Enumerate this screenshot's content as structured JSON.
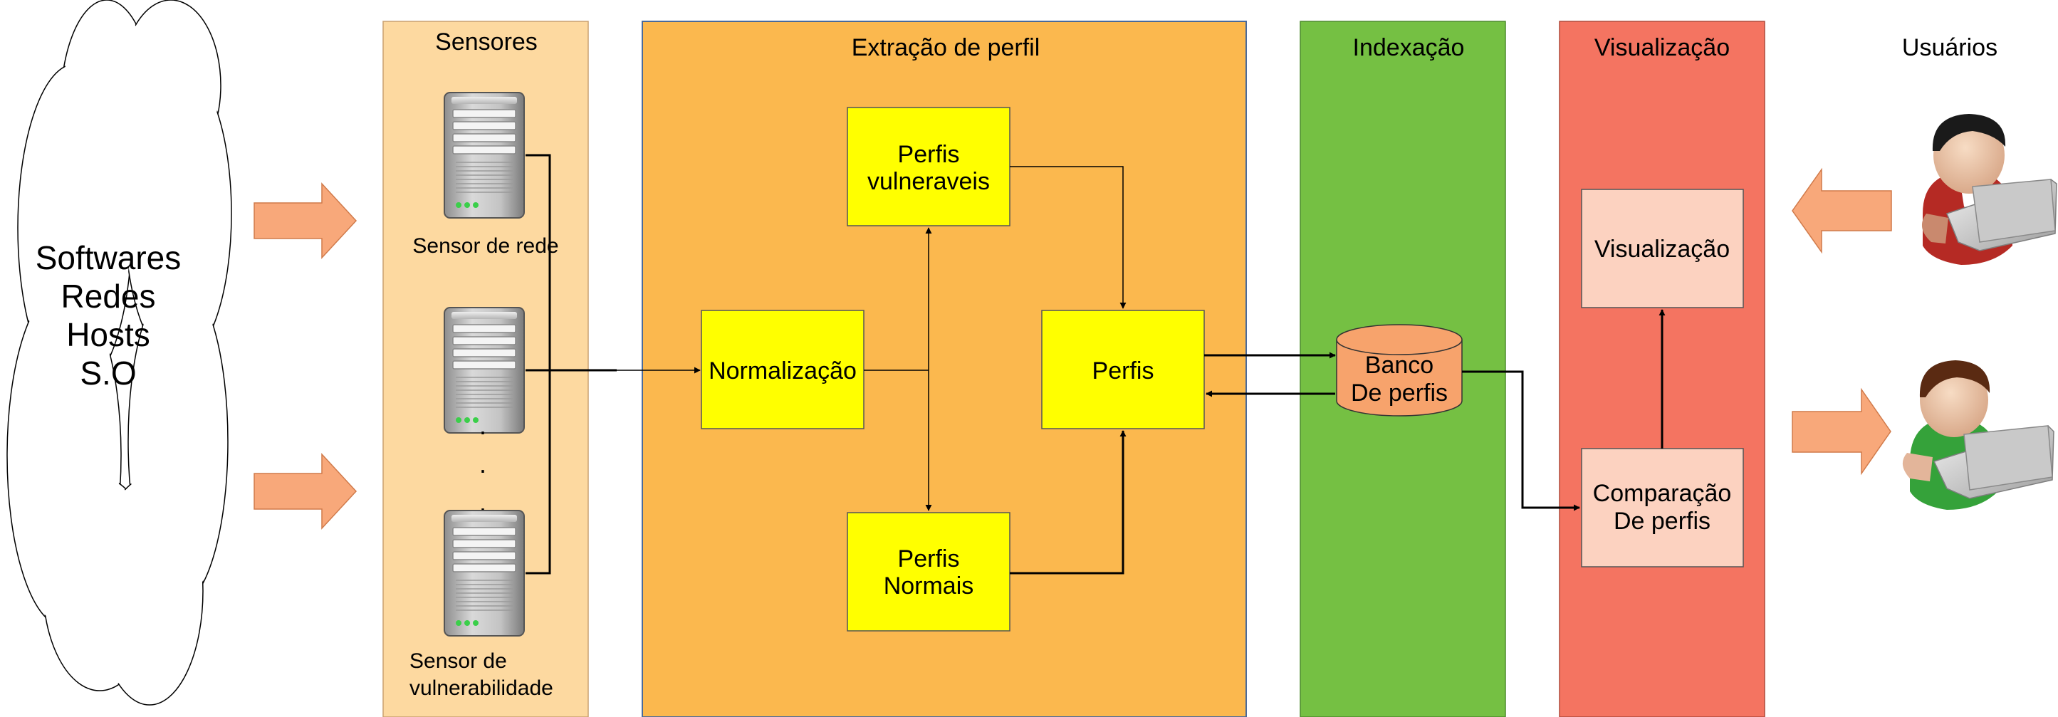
{
  "sources": {
    "lines": [
      "Softwares",
      "Redes",
      "Hosts",
      "S.O"
    ]
  },
  "lanes": {
    "sensores": "Sensores",
    "extracao": "Extração de perfil",
    "indexacao": "Indexação",
    "visualizacao": "Visualização",
    "usuarios": "Usuários"
  },
  "sensors": {
    "network": "Sensor de rede",
    "vuln_line1": "Sensor de",
    "vuln_line2": "vulnerabilidade",
    "dots": [
      "·",
      "·",
      "·"
    ]
  },
  "extraction": {
    "normalizacao": "Normalização",
    "vuln_line1": "Perfis",
    "vuln_line2": "vulneraveis",
    "normais_line1": "Perfis",
    "normais_line2": "Normais",
    "perfis": "Perfis"
  },
  "indexing": {
    "db_line1": "Banco",
    "db_line2": "De perfis"
  },
  "visualization": {
    "visualizacao": "Visualização",
    "comp_line1": "Comparação",
    "comp_line2": "De perfis"
  },
  "colors": {
    "sensores_bg": "#fdd9a0",
    "extracao_bg": "#fbb84e",
    "indexacao_bg": "#75c043",
    "visualizacao_bg": "#f47461",
    "box_yellow": "#ffff00",
    "box_salmon": "#fcd2c0",
    "db": "#f7a36c",
    "big_arrow": "#f8a87a"
  }
}
